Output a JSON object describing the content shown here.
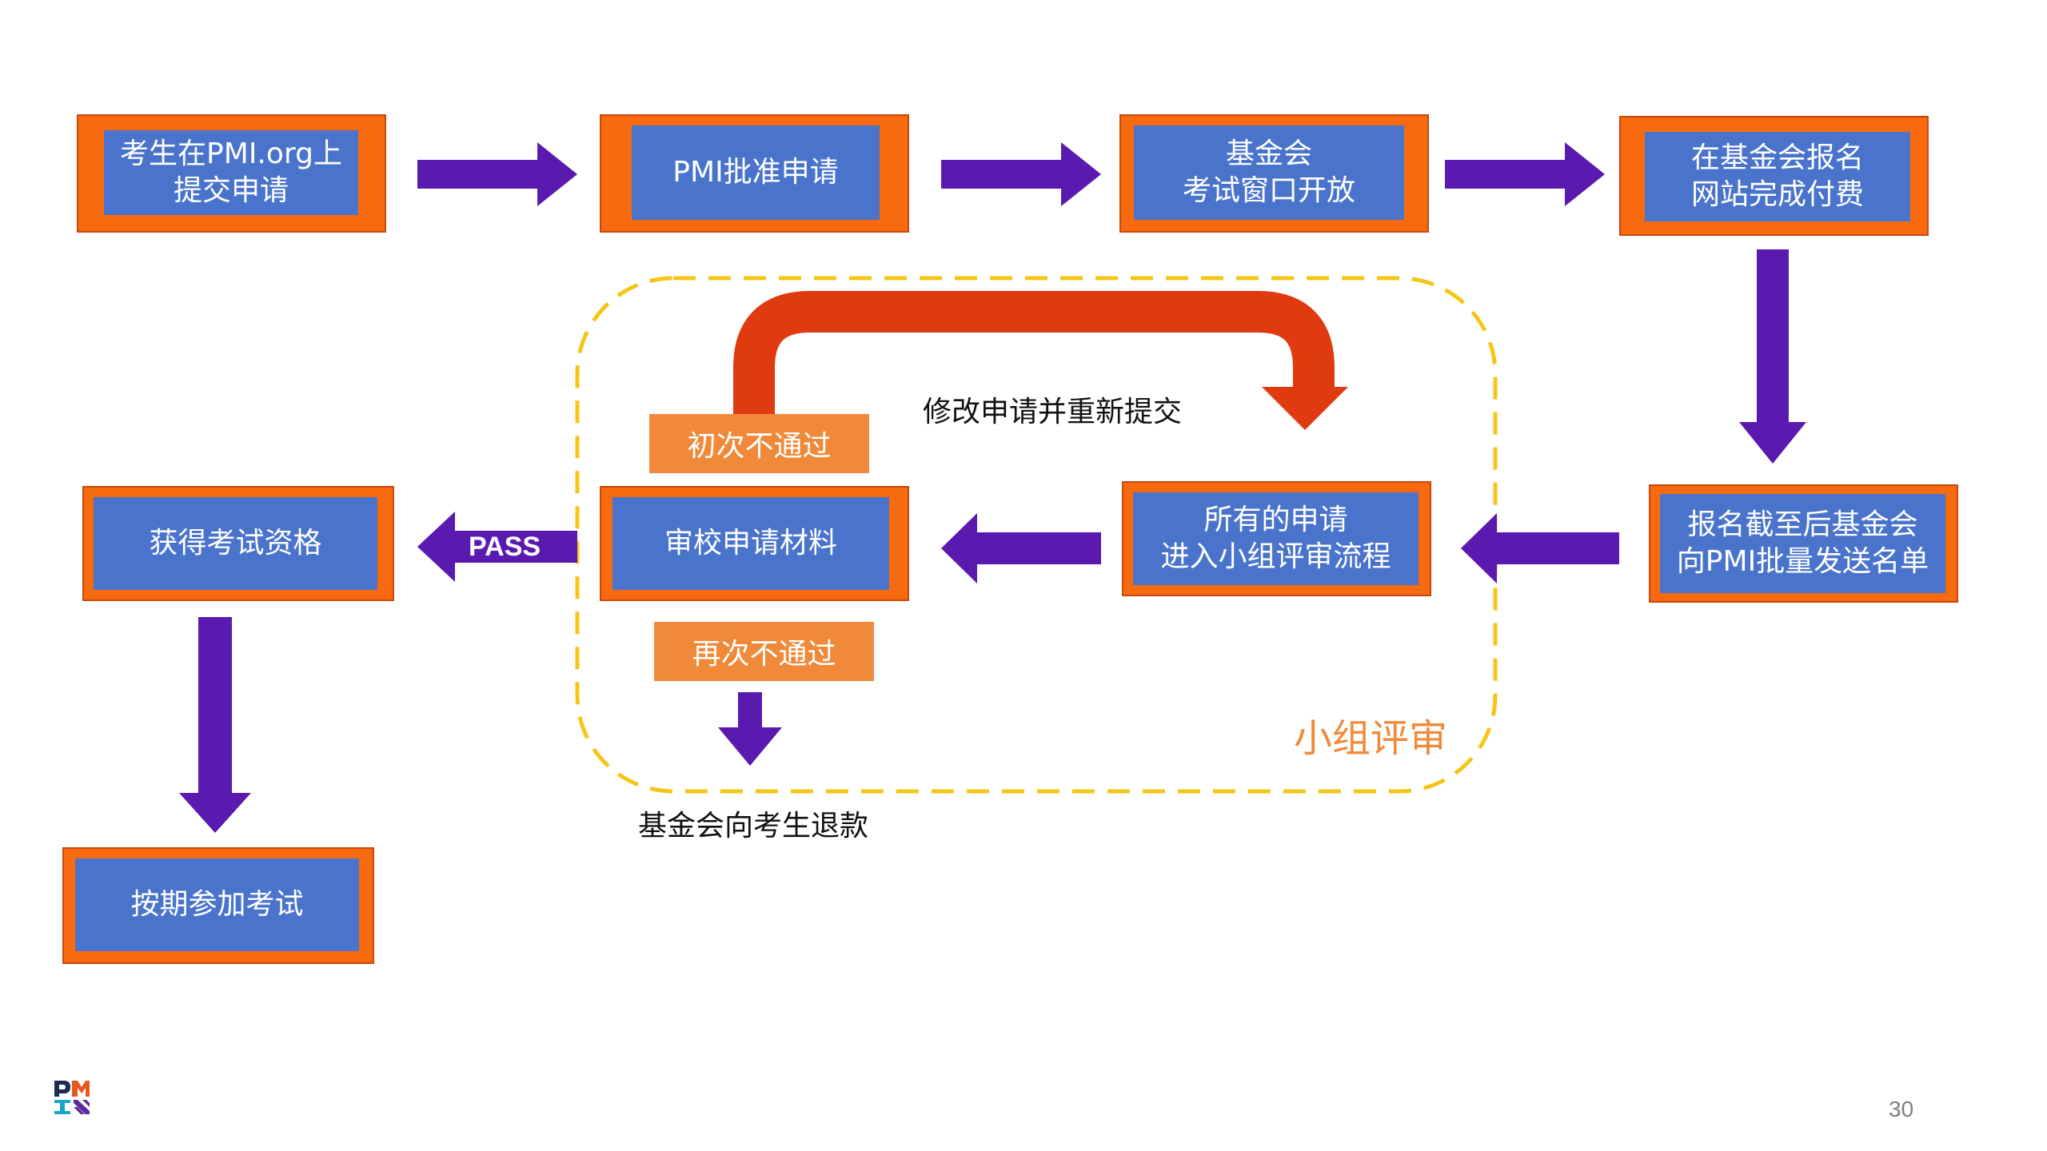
{
  "steps": {
    "submit": "考生在PMI.org上\n提交申请",
    "approve": "PMI批准申请",
    "window": "基金会\n考试窗口开放",
    "pay": "在基金会报名\n网站完成付费",
    "batch": "报名截至后基金会\n向PMI批量发送名单",
    "panel": "所有的申请\n进入小组评审流程",
    "review": "审校申请材料",
    "qualify": "获得考试资格",
    "exam": "按期参加考试"
  },
  "tags": {
    "first_fail": "初次不通过",
    "second_fail": "再次不通过"
  },
  "captions": {
    "resubmit": "修改申请并重新提交",
    "refund": "基金会向考生退款"
  },
  "group_label": "小组评审",
  "pass_label": "PASS",
  "page_number": "30",
  "colors": {
    "box_outer": "#f76a10",
    "box_inner": "#4a74cc",
    "arrow": "#5a1ab0",
    "loop_arrow": "#e03a10",
    "tag": "#f08a3a",
    "dashed_border": "#f5c518"
  },
  "icons": {
    "logo": "pmi-logo"
  }
}
